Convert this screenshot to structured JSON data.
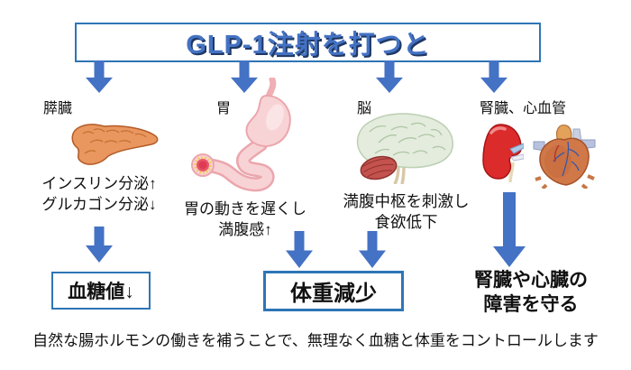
{
  "title": "GLP-1注射を打つと",
  "columns": {
    "pancreas": {
      "label": "膵臓",
      "icon": "pancreas-icon",
      "effect": "インスリン分泌↑\nグルカゴン分泌↓",
      "result": "血糖値↓"
    },
    "stomach": {
      "label": "胃",
      "icon": "stomach-icon",
      "effect": "胃の動きを遅くし\n満腹感↑"
    },
    "brain": {
      "label": "脳",
      "icon": "brain-icon",
      "effect": "満腹中枢を刺激し\n食欲低下"
    },
    "kidney_cardio": {
      "label": "腎臓、心血管",
      "icons": [
        "kidney-icon",
        "heart-icon"
      ],
      "result": "腎臓や心臓の\n障害を守る"
    }
  },
  "shared_result": "体重減少",
  "footer": "自然な腸ホルモンの働きを補うことで、無理なく血糖と体重をコントロールします",
  "colors": {
    "arrow_blue": "#4472C4",
    "box_border": "#2E75B6",
    "title_text": "#4472C4",
    "title_shadow": "#1F3864",
    "kidney_red": "#DC2B2B",
    "stomach_pink": "#F8D3D6",
    "brain_green": "#E4ECDE"
  }
}
